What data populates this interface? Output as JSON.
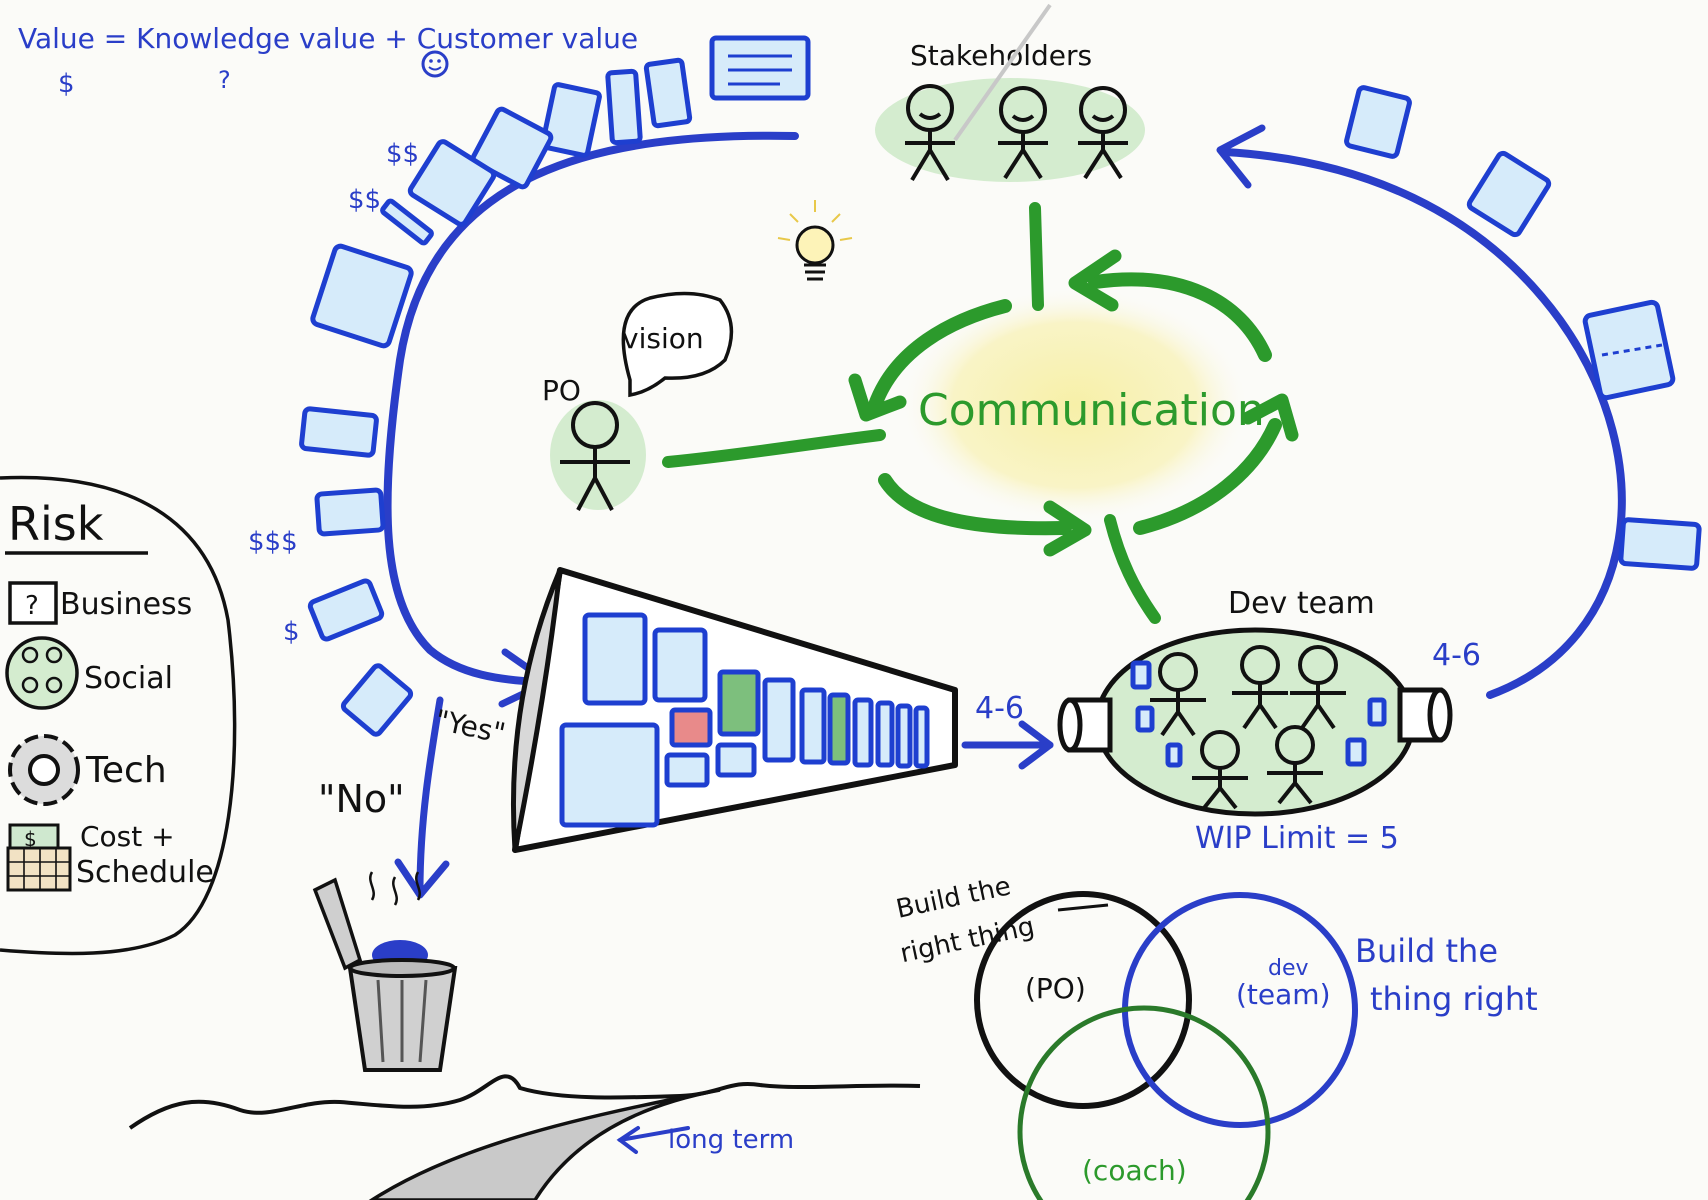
{
  "colors": {
    "background": "#fbfbf8",
    "blue": "#2a3ec8",
    "green": "#2c9a2c",
    "card_fill": "#d6ebfa",
    "bubble_green": "#d4eccf",
    "communication_glow": "#f6f0b0",
    "red_card": "#e88a8a",
    "green_card": "#7dbf7d"
  },
  "formula": {
    "text": "Value = Knowledge value + Customer value",
    "knowledge_mark": "$",
    "customer_mark": "?"
  },
  "stakeholders": {
    "label": "Stakeholders"
  },
  "po": {
    "label": "PO",
    "speech": "vision"
  },
  "communication": {
    "label": "Communication"
  },
  "dev_team": {
    "label": "Dev team",
    "wip": "WIP Limit = 5"
  },
  "flow": {
    "in_rate": "4-6",
    "out_rate": "4-6"
  },
  "prices": {
    "p1": "$$",
    "p2": "$$",
    "p3": "$$$",
    "p4": "$"
  },
  "decisions": {
    "yes": "\"Yes\"",
    "no": "\"No\""
  },
  "risk": {
    "title": "Risk",
    "items": [
      {
        "label": "Business",
        "icon": "question-box-icon"
      },
      {
        "label": "Social",
        "icon": "people-circle-icon"
      },
      {
        "label": "Tech",
        "icon": "gear-icon"
      },
      {
        "label": "Cost +",
        "label2": "Schedule",
        "icon": "money-calendar-icon"
      }
    ]
  },
  "road": {
    "label": "long term"
  },
  "venn": {
    "po": "(PO)",
    "dev": "dev",
    "team": "(team)",
    "coach": "(coach)",
    "left_caption_1": "Build the",
    "left_caption_2": "right thing",
    "right_caption_1": "Build the",
    "right_caption_2": "thing right"
  }
}
